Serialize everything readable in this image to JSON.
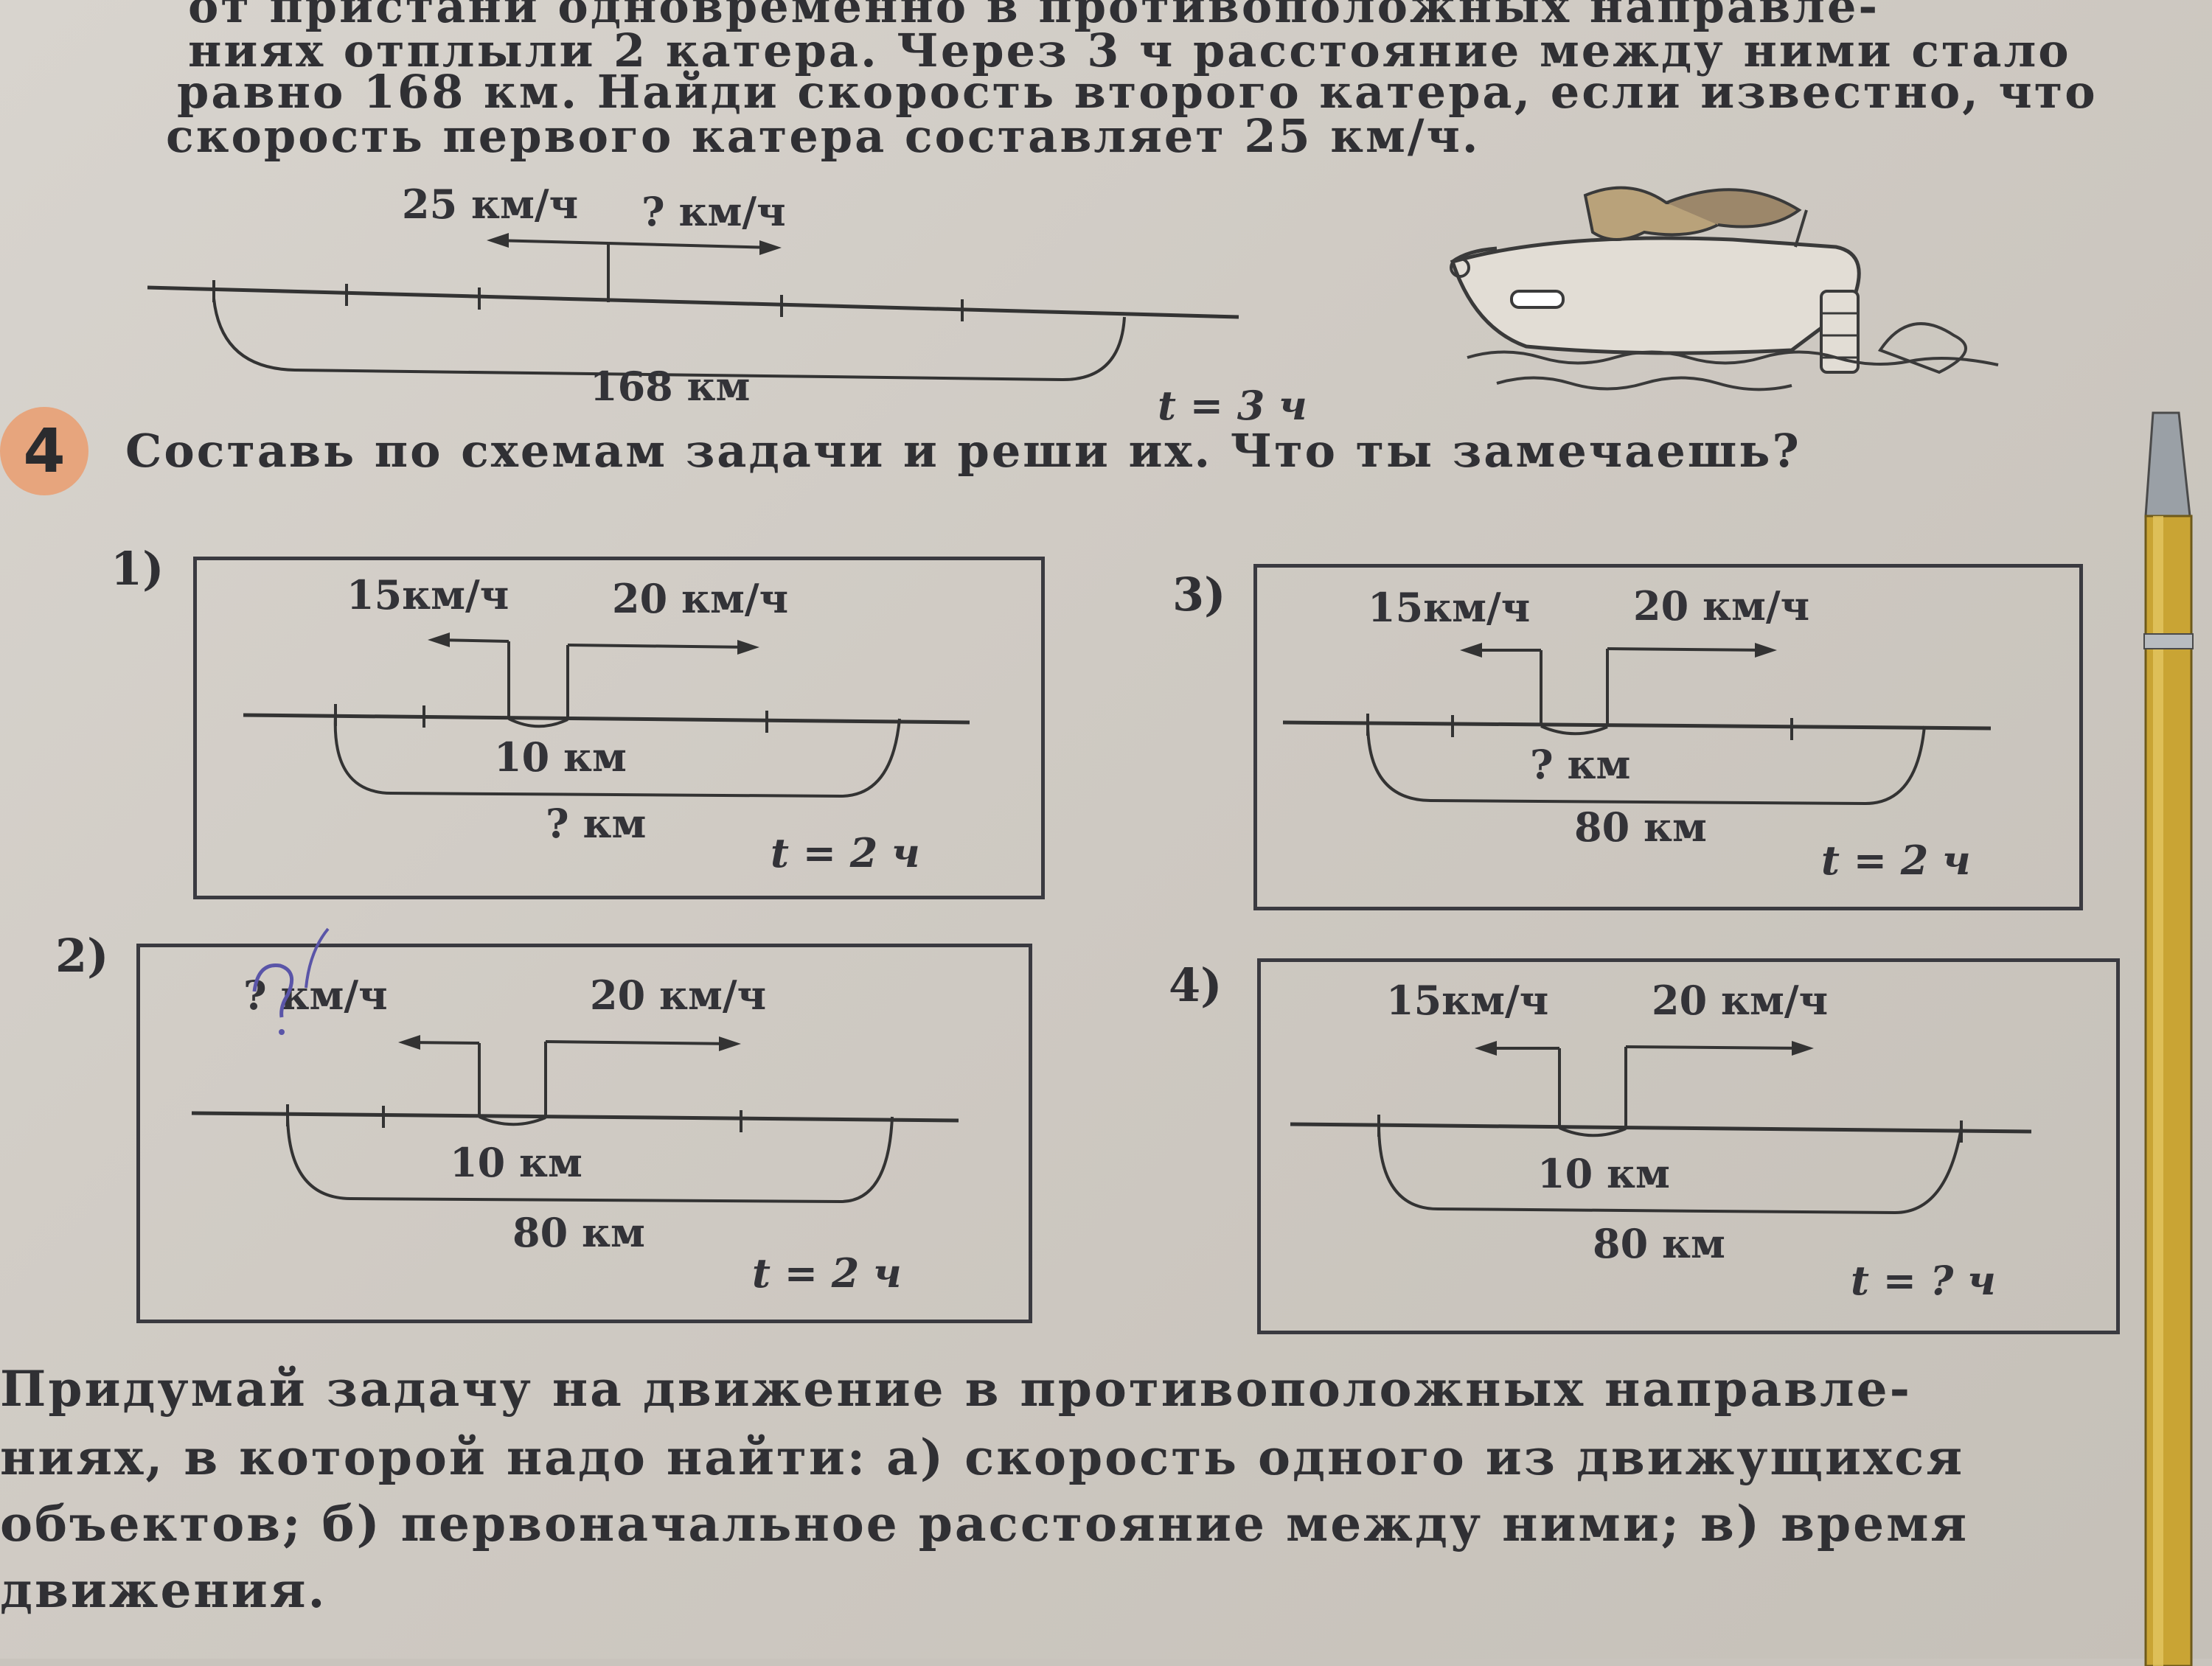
{
  "problem3": {
    "lines": [
      "от пристани одновременно в противоположных направле-",
      "ниях отплыли 2 катера. Через 3 ч расстояние между ними стало",
      "равно 168 км. Найди скорость второго катера, если известно, что",
      "скорость первого катера составляет 25 км/ч."
    ],
    "speed_left": "25 км/ч",
    "speed_right": "? км/ч",
    "distance": "168 км",
    "time": "t = 3 ч"
  },
  "task4": {
    "number": "4",
    "title": "Составь по схемам задачи и реши их. Что ты замечаешь?",
    "schemes": [
      {
        "label": "1)",
        "speed_left": "15км/ч",
        "speed_right": "20 км/ч",
        "inner": "10 км",
        "outer": "? км",
        "time": "t = 2 ч"
      },
      {
        "label": "2)",
        "speed_left": "? км/ч",
        "speed_right": "20 км/ч",
        "inner": "10 км",
        "outer": "80 км",
        "time": "t = 2 ч"
      },
      {
        "label": "3)",
        "speed_left": "15км/ч",
        "speed_right": "20 км/ч",
        "inner": "? км",
        "outer": "80 км",
        "time": "t = 2 ч"
      },
      {
        "label": "4)",
        "speed_left": "15км/ч",
        "speed_right": "20 км/ч",
        "inner": "10 км",
        "outer": "80 км",
        "time": "t = ? ч"
      }
    ],
    "handwritten_mark": "?"
  },
  "task5": {
    "lines": [
      "Придумай задачу на движение в противоположных направле-",
      "ниях, в которой надо найти: а) скорость одного из движущихся",
      "объектов; б) первоначальное расстояние между ними; в) время",
      "движения."
    ]
  },
  "colors": {
    "ink": "#303034",
    "badge": "#e7a57d",
    "pen_body": "#c9a434",
    "handwriting": "#5a55a8"
  }
}
